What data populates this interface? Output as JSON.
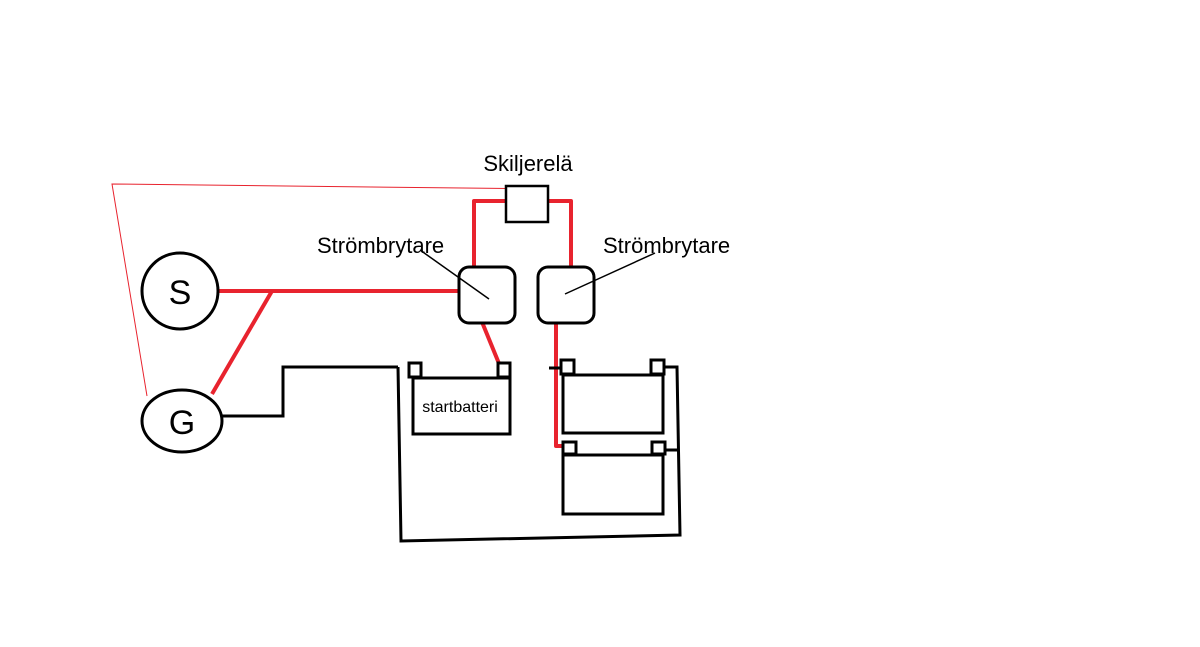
{
  "labels": {
    "relay": "Skiljerelä",
    "switch_left": "Strömbrytare",
    "switch_right": "Strömbrytare",
    "start_battery": "startbatteri",
    "circle_s": "S",
    "circle_g": "G"
  },
  "colors": {
    "positive_wire": "#e8232e",
    "negative_wire": "#000000",
    "background": "#ffffff"
  }
}
